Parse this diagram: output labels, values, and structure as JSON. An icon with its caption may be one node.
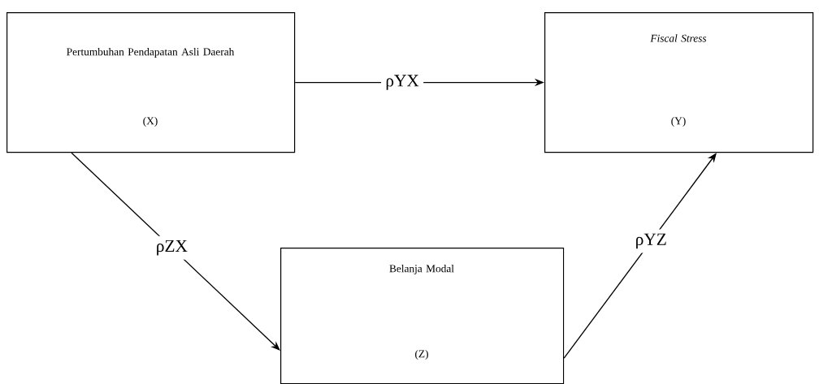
{
  "diagram": {
    "nodes": [
      {
        "text": [
          "Pertumbuhan Pendapatan Asli Daerah",
          "(X)"
        ]
      },
      {
        "text": [
          "Fiscal Stress",
          "(Y)"
        ]
      },
      {
        "text": [
          "Belanja Modal",
          "(Z)"
        ]
      }
    ],
    "edges": [
      {
        "from": 0,
        "to": 1,
        "arrow": "to",
        "label": "ρYX"
      },
      {
        "from": 0,
        "to": 2,
        "arrow": "to",
        "label": "ρZX"
      },
      {
        "from": 2,
        "to": 1,
        "arrow": "to",
        "label": "ρYZ"
      }
    ]
  }
}
